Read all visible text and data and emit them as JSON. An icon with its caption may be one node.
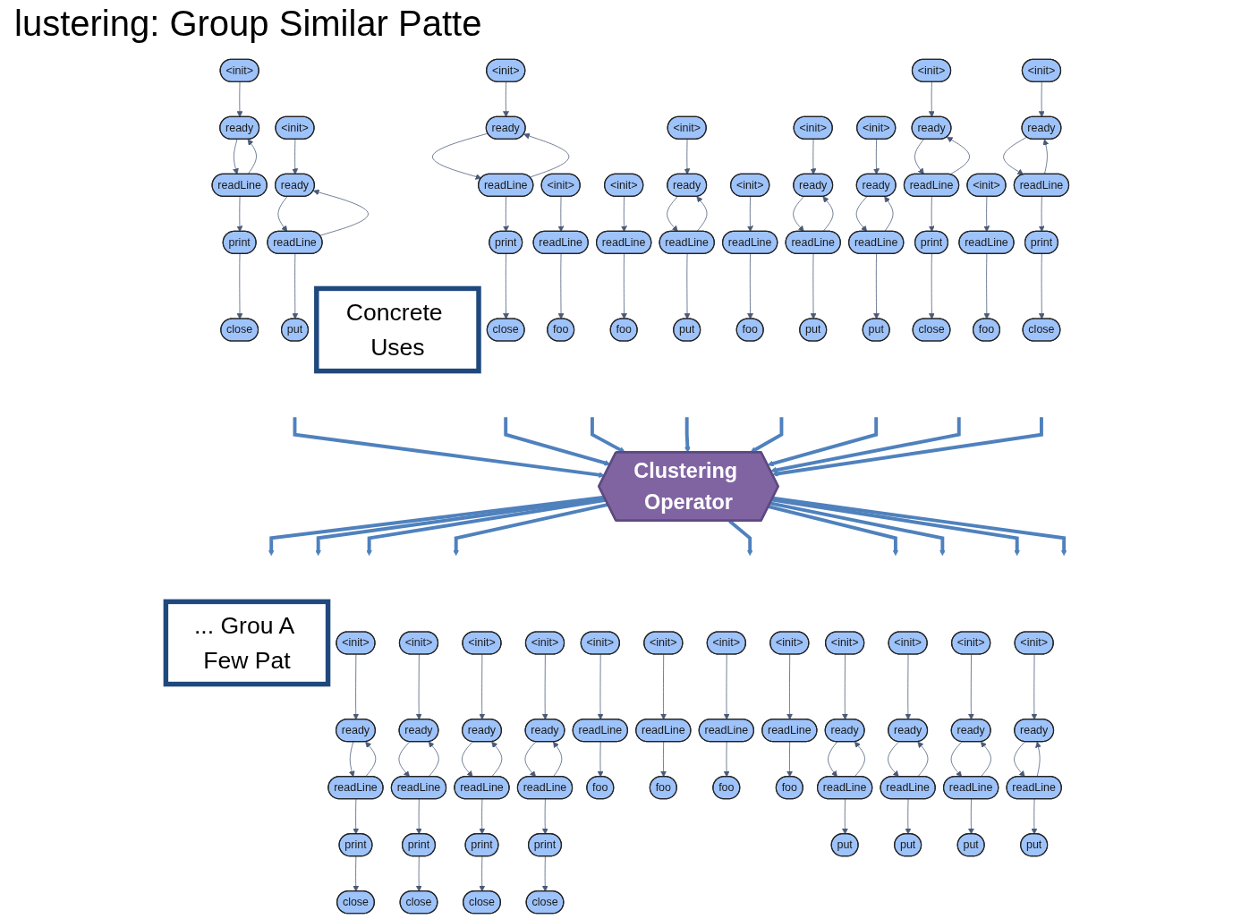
{
  "diagram": {
    "title": "lustering: Group Similar Patte",
    "nodes": [
      {
        "text": [
          "<init>"
        ]
      },
      {
        "text": [
          "ready"
        ]
      },
      {
        "text": [
          "readLine"
        ]
      },
      {
        "text": [
          "print"
        ]
      },
      {
        "text": [
          "close"
        ]
      },
      {
        "text": [
          "<init>"
        ]
      },
      {
        "text": [
          "ready"
        ]
      },
      {
        "text": [
          "readLine"
        ]
      },
      {
        "text": [
          "put"
        ]
      },
      {
        "text": [
          "<init>"
        ]
      },
      {
        "text": [
          "ready"
        ]
      },
      {
        "text": [
          "readLine"
        ]
      },
      {
        "text": [
          "print"
        ]
      },
      {
        "text": [
          "close"
        ]
      },
      {
        "text": [
          "<init>"
        ]
      },
      {
        "text": [
          "readLine"
        ]
      },
      {
        "text": [
          "foo"
        ]
      },
      {
        "text": [
          "<init>"
        ]
      },
      {
        "text": [
          "readLine"
        ]
      },
      {
        "text": [
          "foo"
        ]
      },
      {
        "text": [
          "<init>"
        ]
      },
      {
        "text": [
          "ready"
        ]
      },
      {
        "text": [
          "readLine"
        ]
      },
      {
        "text": [
          "put"
        ]
      },
      {
        "text": [
          "<init>"
        ]
      },
      {
        "text": [
          "readLine"
        ]
      },
      {
        "text": [
          "foo"
        ]
      },
      {
        "text": [
          "<init>"
        ]
      },
      {
        "text": [
          "ready"
        ]
      },
      {
        "text": [
          "readLine"
        ]
      },
      {
        "text": [
          "put"
        ]
      },
      {
        "text": [
          "<init>"
        ]
      },
      {
        "text": [
          "ready"
        ]
      },
      {
        "text": [
          "readLine"
        ]
      },
      {
        "text": [
          "put"
        ]
      },
      {
        "text": [
          "<init>"
        ]
      },
      {
        "text": [
          "ready"
        ]
      },
      {
        "text": [
          "readLine"
        ]
      },
      {
        "text": [
          "print"
        ]
      },
      {
        "text": [
          "close"
        ]
      },
      {
        "text": [
          "<init>"
        ]
      },
      {
        "text": [
          "readLine"
        ]
      },
      {
        "text": [
          "foo"
        ]
      },
      {
        "text": [
          "<init>"
        ]
      },
      {
        "text": [
          "ready"
        ]
      },
      {
        "text": [
          "readLine"
        ]
      },
      {
        "text": [
          "print"
        ]
      },
      {
        "text": [
          "close"
        ]
      },
      {
        "text": [
          "Concrete Uses"
        ]
      },
      {
        "text": [
          "Clustering Operator"
        ]
      },
      {
        "text": [
          "... Grou A Few Pat"
        ]
      },
      {
        "text": [
          "<init>"
        ]
      },
      {
        "text": [
          "ready"
        ]
      },
      {
        "text": [
          "readLine"
        ]
      },
      {
        "text": [
          "print"
        ]
      },
      {
        "text": [
          "close"
        ]
      },
      {
        "text": [
          "<init>"
        ]
      },
      {
        "text": [
          "ready"
        ]
      },
      {
        "text": [
          "readLine"
        ]
      },
      {
        "text": [
          "print"
        ]
      },
      {
        "text": [
          "close"
        ]
      },
      {
        "text": [
          "<init>"
        ]
      },
      {
        "text": [
          "ready"
        ]
      },
      {
        "text": [
          "readLine"
        ]
      },
      {
        "text": [
          "print"
        ]
      },
      {
        "text": [
          "close"
        ]
      },
      {
        "text": [
          "<init>"
        ]
      },
      {
        "text": [
          "ready"
        ]
      },
      {
        "text": [
          "readLine"
        ]
      },
      {
        "text": [
          "print"
        ]
      },
      {
        "text": [
          "close"
        ]
      },
      {
        "text": [
          "<init>"
        ]
      },
      {
        "text": [
          "readLine"
        ]
      },
      {
        "text": [
          "foo"
        ]
      },
      {
        "text": [
          "<init>"
        ]
      },
      {
        "text": [
          "readLine"
        ]
      },
      {
        "text": [
          "foo"
        ]
      },
      {
        "text": [
          "<init>"
        ]
      },
      {
        "text": [
          "readLine"
        ]
      },
      {
        "text": [
          "foo"
        ]
      },
      {
        "text": [
          "<init>"
        ]
      },
      {
        "text": [
          "readLine"
        ]
      },
      {
        "text": [
          "foo"
        ]
      },
      {
        "text": [
          "<init>"
        ]
      },
      {
        "text": [
          "ready"
        ]
      },
      {
        "text": [
          "readLine"
        ]
      },
      {
        "text": [
          "put"
        ]
      },
      {
        "text": [
          "<init>"
        ]
      },
      {
        "text": [
          "ready"
        ]
      },
      {
        "text": [
          "readLine"
        ]
      },
      {
        "text": [
          "put"
        ]
      },
      {
        "text": [
          "<init>"
        ]
      },
      {
        "text": [
          "ready"
        ]
      },
      {
        "text": [
          "readLine"
        ]
      },
      {
        "text": [
          "put"
        ]
      },
      {
        "text": [
          "<init>"
        ]
      },
      {
        "text": [
          "ready"
        ]
      },
      {
        "text": [
          "readLine"
        ]
      },
      {
        "text": [
          "put"
        ]
      }
    ],
    "edges": [
      {
        "from": 0,
        "to": 1,
        "arrow": "to"
      },
      {
        "from": 1,
        "to": 2,
        "arrow": "to"
      },
      {
        "from": 2,
        "to": 1,
        "arrow": "to"
      },
      {
        "from": 2,
        "to": 3,
        "arrow": "to"
      },
      {
        "from": 3,
        "to": 4,
        "arrow": "to"
      },
      {
        "from": 5,
        "to": 6,
        "arrow": "to"
      },
      {
        "from": 6,
        "to": 7,
        "arrow": "to"
      },
      {
        "from": 7,
        "to": 6,
        "arrow": "to"
      },
      {
        "from": 7,
        "to": 8,
        "arrow": "to"
      },
      {
        "from": 9,
        "to": 10,
        "arrow": "to"
      },
      {
        "from": 10,
        "to": 11,
        "arrow": "to"
      },
      {
        "from": 11,
        "to": 10,
        "arrow": "to"
      },
      {
        "from": 11,
        "to": 12,
        "arrow": "to"
      },
      {
        "from": 12,
        "to": 13,
        "arrow": "to"
      },
      {
        "from": 14,
        "to": 15,
        "arrow": "to"
      },
      {
        "from": 15,
        "to": 16,
        "arrow": "to"
      },
      {
        "from": 17,
        "to": 18,
        "arrow": "to"
      },
      {
        "from": 18,
        "to": 19,
        "arrow": "to"
      },
      {
        "from": 20,
        "to": 21,
        "arrow": "to"
      },
      {
        "from": 21,
        "to": 22,
        "arrow": "to"
      },
      {
        "from": 22,
        "to": 21,
        "arrow": "to"
      },
      {
        "from": 22,
        "to": 23,
        "arrow": "to"
      },
      {
        "from": 24,
        "to": 25,
        "arrow": "to"
      },
      {
        "from": 25,
        "to": 26,
        "arrow": "to"
      },
      {
        "from": 27,
        "to": 28,
        "arrow": "to"
      },
      {
        "from": 28,
        "to": 29,
        "arrow": "to"
      },
      {
        "from": 29,
        "to": 28,
        "arrow": "to"
      },
      {
        "from": 29,
        "to": 30,
        "arrow": "to"
      },
      {
        "from": 31,
        "to": 32,
        "arrow": "to"
      },
      {
        "from": 32,
        "to": 33,
        "arrow": "to"
      },
      {
        "from": 33,
        "to": 32,
        "arrow": "to"
      },
      {
        "from": 33,
        "to": 34,
        "arrow": "to"
      },
      {
        "from": 35,
        "to": 36,
        "arrow": "to"
      },
      {
        "from": 36,
        "to": 37,
        "arrow": "to"
      },
      {
        "from": 37,
        "to": 36,
        "arrow": "to"
      },
      {
        "from": 37,
        "to": 38,
        "arrow": "to"
      },
      {
        "from": 38,
        "to": 39,
        "arrow": "to"
      },
      {
        "from": 40,
        "to": 41,
        "arrow": "to"
      },
      {
        "from": 41,
        "to": 42,
        "arrow": "to"
      },
      {
        "from": 43,
        "to": 44,
        "arrow": "to"
      },
      {
        "from": 44,
        "to": 45,
        "arrow": "to"
      },
      {
        "from": 45,
        "to": 44,
        "arrow": "to"
      },
      {
        "from": 45,
        "to": 46,
        "arrow": "to"
      },
      {
        "from": 46,
        "to": 47,
        "arrow": "to"
      },
      {
        "from": null,
        "to": 49,
        "arrow": "to",
        "style": "thick",
        "color": "#4f81bd"
      },
      {
        "from": null,
        "to": 49,
        "arrow": "to",
        "style": "thick",
        "color": "#4f81bd"
      },
      {
        "from": null,
        "to": 49,
        "arrow": "to",
        "style": "thick",
        "color": "#4f81bd"
      },
      {
        "from": null,
        "to": 49,
        "arrow": "to",
        "style": "thick",
        "color": "#4f81bd"
      },
      {
        "from": null,
        "to": 49,
        "arrow": "to",
        "style": "thick",
        "color": "#4f81bd"
      },
      {
        "from": null,
        "to": 49,
        "arrow": "to",
        "style": "thick",
        "color": "#4f81bd"
      },
      {
        "from": null,
        "to": 49,
        "arrow": "to",
        "style": "thick",
        "color": "#4f81bd"
      },
      {
        "from": null,
        "to": 49,
        "arrow": "to",
        "style": "thick",
        "color": "#4f81bd"
      },
      {
        "from": 49,
        "to": null,
        "arrow": "to",
        "style": "thick",
        "color": "#4f81bd"
      },
      {
        "from": 49,
        "to": null,
        "arrow": "to",
        "style": "thick",
        "color": "#4f81bd"
      },
      {
        "from": 49,
        "to": null,
        "arrow": "to",
        "style": "thick",
        "color": "#4f81bd"
      },
      {
        "from": 49,
        "to": null,
        "arrow": "to",
        "style": "thick",
        "color": "#4f81bd"
      },
      {
        "from": 49,
        "to": null,
        "arrow": "to",
        "style": "thick",
        "color": "#4f81bd"
      },
      {
        "from": 49,
        "to": null,
        "arrow": "to",
        "style": "thick",
        "color": "#4f81bd"
      },
      {
        "from": 49,
        "to": null,
        "arrow": "to",
        "style": "thick",
        "color": "#4f81bd"
      },
      {
        "from": 49,
        "to": null,
        "arrow": "to",
        "style": "thick",
        "color": "#4f81bd"
      },
      {
        "from": 49,
        "to": null,
        "arrow": "to",
        "style": "thick",
        "color": "#4f81bd"
      },
      {
        "from": 51,
        "to": 52,
        "arrow": "to"
      },
      {
        "from": 52,
        "to": 53,
        "arrow": "to"
      },
      {
        "from": 53,
        "to": 52,
        "arrow": "to"
      },
      {
        "from": 53,
        "to": 54,
        "arrow": "to"
      },
      {
        "from": 54,
        "to": 55,
        "arrow": "to"
      },
      {
        "from": 56,
        "to": 57,
        "arrow": "to"
      },
      {
        "from": 57,
        "to": 58,
        "arrow": "to"
      },
      {
        "from": 58,
        "to": 57,
        "arrow": "to"
      },
      {
        "from": 58,
        "to": 59,
        "arrow": "to"
      },
      {
        "from": 59,
        "to": 60,
        "arrow": "to"
      },
      {
        "from": 61,
        "to": 62,
        "arrow": "to"
      },
      {
        "from": 62,
        "to": 63,
        "arrow": "to"
      },
      {
        "from": 63,
        "to": 62,
        "arrow": "to"
      },
      {
        "from": 63,
        "to": 64,
        "arrow": "to"
      },
      {
        "from": 64,
        "to": 65,
        "arrow": "to"
      },
      {
        "from": 66,
        "to": 67,
        "arrow": "to"
      },
      {
        "from": 67,
        "to": 68,
        "arrow": "to"
      },
      {
        "from": 68,
        "to": 67,
        "arrow": "to"
      },
      {
        "from": 68,
        "to": 69,
        "arrow": "to"
      },
      {
        "from": 69,
        "to": 70,
        "arrow": "to"
      },
      {
        "from": 71,
        "to": 72,
        "arrow": "to"
      },
      {
        "from": 72,
        "to": 73,
        "arrow": "to"
      },
      {
        "from": 74,
        "to": 75,
        "arrow": "to"
      },
      {
        "from": 75,
        "to": 76,
        "arrow": "to"
      },
      {
        "from": 77,
        "to": 78,
        "arrow": "to"
      },
      {
        "from": 78,
        "to": 79,
        "arrow": "to"
      },
      {
        "from": 80,
        "to": 81,
        "arrow": "to"
      },
      {
        "from": 81,
        "to": 82,
        "arrow": "to"
      },
      {
        "from": 83,
        "to": 84,
        "arrow": "to"
      },
      {
        "from": 84,
        "to": 85,
        "arrow": "to"
      },
      {
        "from": 85,
        "to": 84,
        "arrow": "to"
      },
      {
        "from": 85,
        "to": 86,
        "arrow": "to"
      },
      {
        "from": 87,
        "to": 88,
        "arrow": "to"
      },
      {
        "from": 88,
        "to": 89,
        "arrow": "to"
      },
      {
        "from": 89,
        "to": 88,
        "arrow": "to"
      },
      {
        "from": 89,
        "to": 90,
        "arrow": "to"
      },
      {
        "from": 91,
        "to": 92,
        "arrow": "to"
      },
      {
        "from": 92,
        "to": 93,
        "arrow": "to"
      },
      {
        "from": 93,
        "to": 92,
        "arrow": "to"
      },
      {
        "from": 93,
        "to": 94,
        "arrow": "to"
      },
      {
        "from": 95,
        "to": 96,
        "arrow": "to"
      },
      {
        "from": 96,
        "to": 97,
        "arrow": "to"
      },
      {
        "from": 97,
        "to": 96,
        "arrow": "to"
      },
      {
        "from": 97,
        "to": 98,
        "arrow": "to"
      }
    ]
  }
}
